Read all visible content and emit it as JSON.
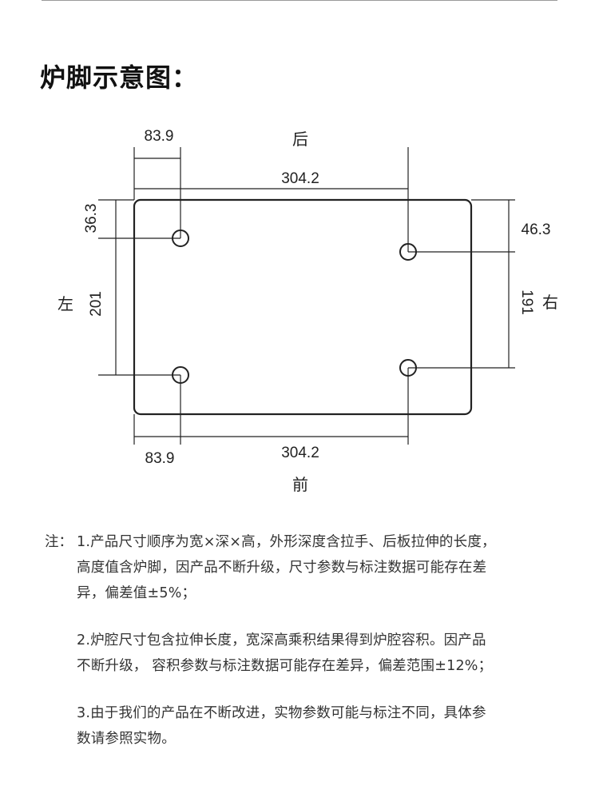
{
  "title": "炉脚示意图：",
  "diagram": {
    "labels": {
      "back": "后",
      "front": "前",
      "left": "左",
      "right": "右"
    },
    "dimensions": {
      "top_offset": "83.9",
      "top_width": "304.2",
      "bottom_offset": "83.9",
      "bottom_width": "304.2",
      "left_top_offset": "36.3",
      "left_span": "201",
      "right_top_offset": "46.3",
      "right_span": "191"
    }
  },
  "notes": {
    "prefix": "注：",
    "items": [
      {
        "lines": [
          "1.产品尺寸顺序为宽×深×高，外形深度含拉手、后板拉伸的长度，",
          "高度值含炉脚，因产品不断升级，尺寸参数与标注数据可能存在差",
          "异，偏差值±5%；"
        ]
      },
      {
        "lines": [
          "2.炉腔尺寸包含拉伸长度，宽深高乘积结果得到炉腔容积。因产品",
          "不断升级， 容积参数与标注数据可能存在差异，偏差范围±12%；"
        ]
      },
      {
        "lines": [
          "3.由于我们的产品在不断改进，实物参数可能与标注不同，具体参",
          "数请参照实物。"
        ]
      }
    ]
  }
}
